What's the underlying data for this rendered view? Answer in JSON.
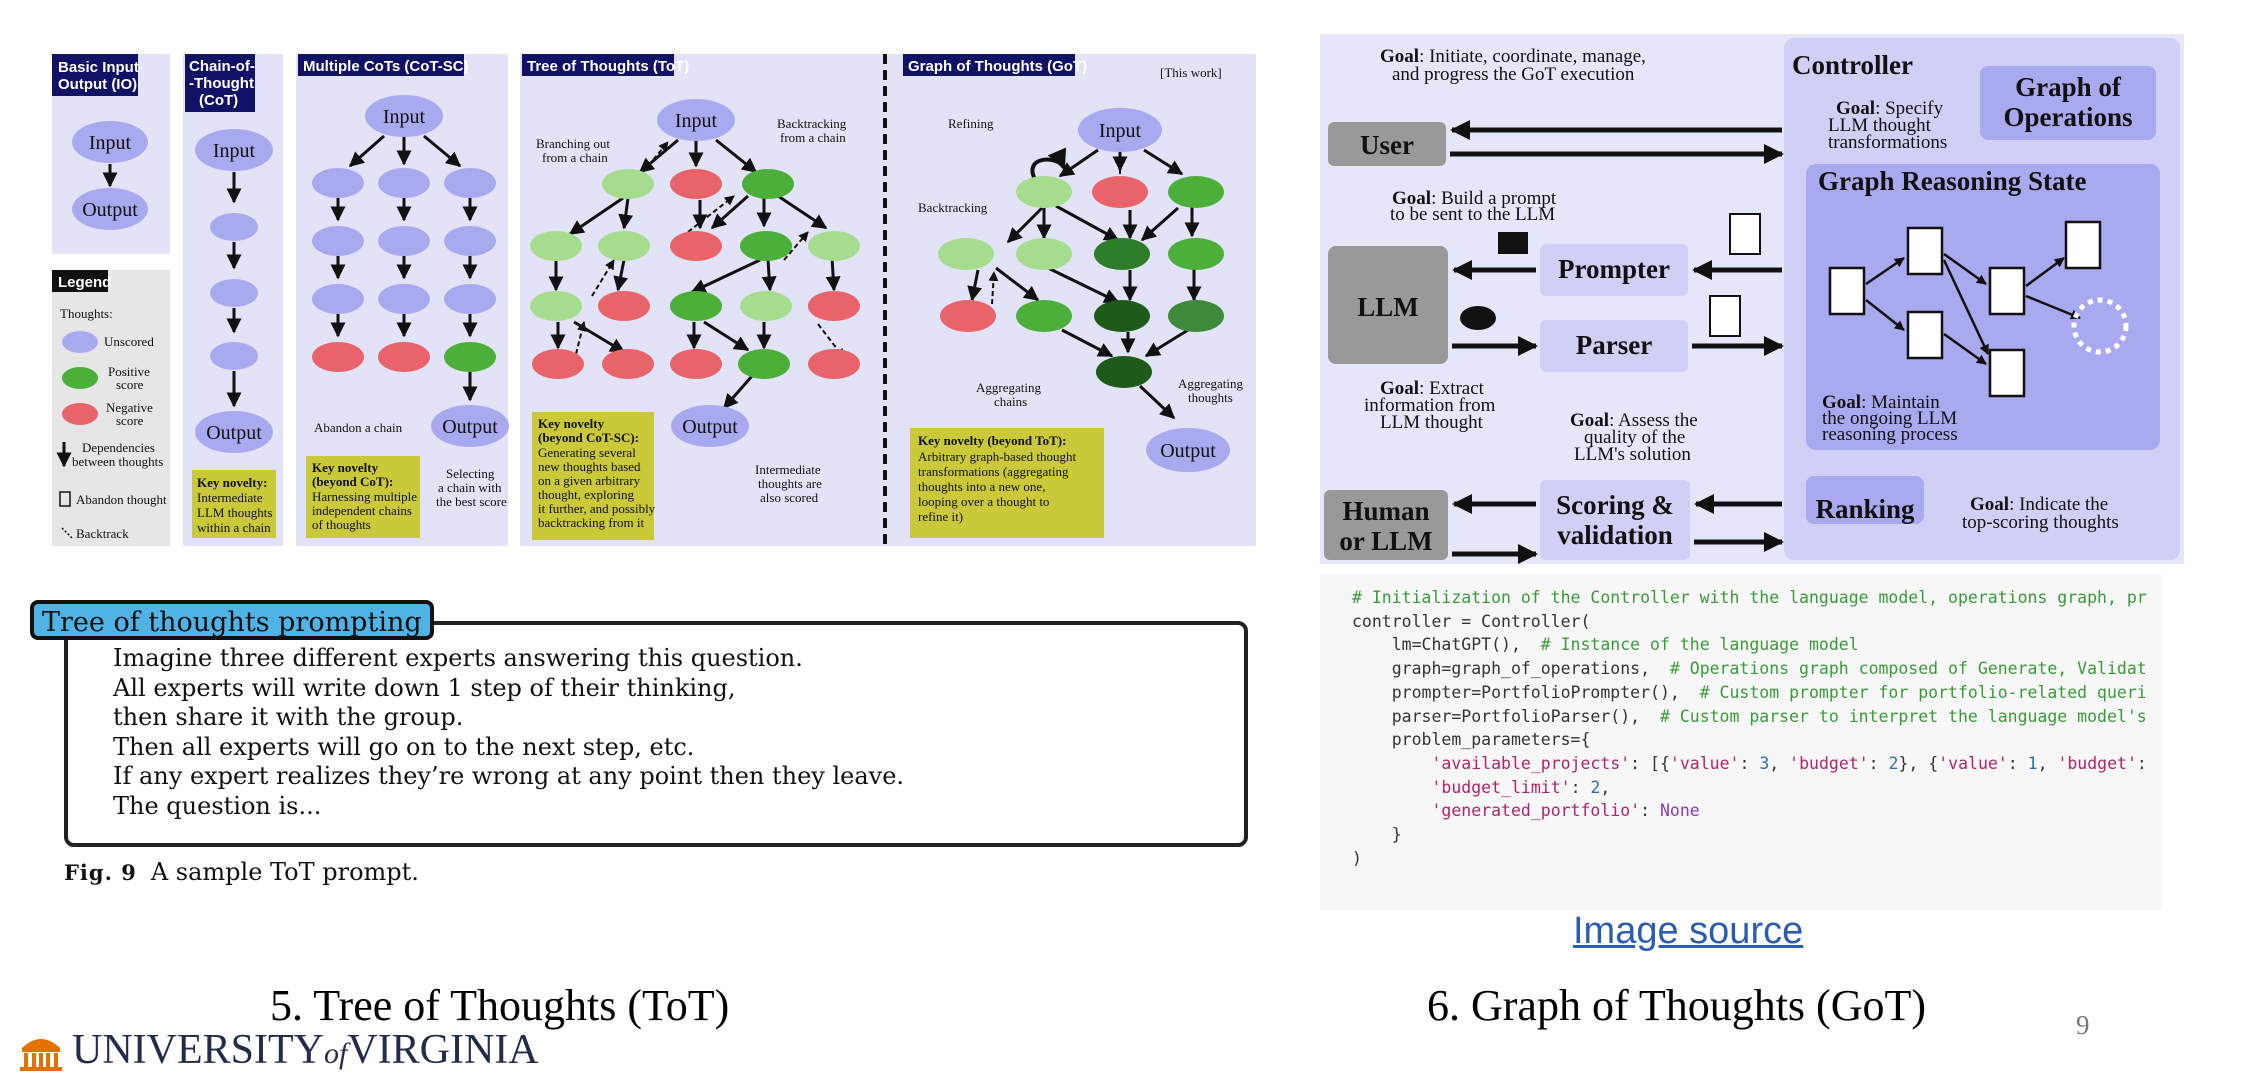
{
  "paradigms": {
    "io": {
      "title_l1": "Basic Input-",
      "title_l2": "Output (IO)",
      "input": "Input",
      "output": "Output"
    },
    "cot": {
      "title_l1": "Chain-of-",
      "title_l2": "-Thought",
      "title_l3": "(CoT)",
      "input": "Input",
      "output": "Output",
      "novelty_title": "Key novelty:",
      "novelty_l1": "Intermediate",
      "novelty_l2": "LLM thoughts",
      "novelty_l3": "within a chain"
    },
    "cotsc": {
      "title": "Multiple CoTs (CoT-SC)",
      "input": "Input",
      "output": "Output",
      "abandon": "Abandon a chain",
      "select_l1": "Selecting",
      "select_l2": "a chain with",
      "select_l3": "the best score",
      "novelty_title_l1": "Key novelty",
      "novelty_title_l2": "(beyond CoT):",
      "novelty_l1": "Harnessing multiple",
      "novelty_l2": "independent chains",
      "novelty_l3": "of thoughts"
    },
    "tot": {
      "title": "Tree of Thoughts (ToT)",
      "input": "Input",
      "output": "Output",
      "branch_l1": "Branching out",
      "branch_l2": "from a chain",
      "back_l1": "Backtracking",
      "back_l2": "from a chain",
      "inter_l1": "Intermediate",
      "inter_l2": "thoughts are",
      "inter_l3": "also scored",
      "novelty_title_l1": "Key novelty",
      "novelty_title_l2": "(beyond CoT-SC):",
      "novelty_l1": "Generating several",
      "novelty_l2": "new thoughts based",
      "novelty_l3": "on a given arbitrary",
      "novelty_l4": "thought, exploring",
      "novelty_l5": "it further, and possibly",
      "novelty_l6": "backtracking from it"
    },
    "got": {
      "title": "Graph of Thoughts (GoT)",
      "this_work": "[This work]",
      "input": "Input",
      "output": "Output",
      "refining": "Refining",
      "backtracking": "Backtracking",
      "agg_chains_l1": "Aggregating",
      "agg_chains_l2": "chains",
      "agg_thoughts_l1": "Aggregating",
      "agg_thoughts_l2": "thoughts",
      "novelty_title": "Key novelty (beyond ToT):",
      "novelty_l1": "Arbitrary graph-based thought",
      "novelty_l2": "transformations (aggregating",
      "novelty_l3": "thoughts into a new one,",
      "novelty_l4": "looping over a thought to",
      "novelty_l5": "refine it)"
    },
    "legend": {
      "title": "Legend",
      "thoughts": "Thoughts:",
      "unscored": "Unscored",
      "positive_l1": "Positive",
      "positive_l2": "score",
      "negative_l1": "Negative",
      "negative_l2": "score",
      "dep_l1": "Dependencies",
      "dep_l2": "between thoughts",
      "abandon": "Abandon thought",
      "backtrack": "Backtrack"
    }
  },
  "got_arch": {
    "goal_word": "Goal",
    "goal_controller_l1": ": Initiate, coordinate, manage,",
    "goal_controller_l2": "and progress the GoT execution",
    "controller": "Controller",
    "graph_ops_l1": "Graph of",
    "graph_ops_l2": "Operations",
    "goal_ops_l1": ": Specify",
    "goal_ops_l2": "LLM thought",
    "goal_ops_l3": "transformations",
    "user": "User",
    "llm": "LLM",
    "prompter": "Prompter",
    "parser": "Parser",
    "goal_prompt_l1": ": Build a prompt",
    "goal_prompt_l2": "to be sent to the LLM",
    "grs": "Graph Reasoning State",
    "goal_grs_l1": ": Maintain",
    "goal_grs_l2": "the ongoing LLM",
    "goal_grs_l3": "reasoning process",
    "goal_extract_l1": ": Extract",
    "goal_extract_l2": "information from",
    "goal_extract_l3": "LLM thought",
    "goal_assess_l1": ": Assess the",
    "goal_assess_l2": "quality of the",
    "goal_assess_l3": "LLM's solution",
    "human_l1": "Human",
    "human_l2": "or LLM",
    "scoring_l1": "Scoring &",
    "scoring_l2": "validation",
    "ranking": "Ranking",
    "goal_rank_l1": ": Indicate the",
    "goal_rank_l2": "top-scoring thoughts"
  },
  "tot_prompt": {
    "tag": "Tree of thoughts prompting",
    "lines": [
      "Imagine three different experts answering this question.",
      "All experts will write down 1 step of their thinking,",
      "then share it with the group.",
      "Then all experts will go on to the next step, etc.",
      "If any expert realizes they’re wrong at any point then they leave.",
      "The question is..."
    ],
    "fig_label": "Fig. 9",
    "fig_text": "A sample ToT prompt."
  },
  "code": {
    "l1": "# Initialization of the Controller with the language model, operations graph, pr",
    "l2": "controller = Controller(",
    "l3a": "    lm=ChatGPT(),  ",
    "l3b": "# Instance of the language model",
    "l4a": "    graph=graph_of_operations,  ",
    "l4b": "# Operations graph composed of Generate, Validat",
    "l5a": "    prompter=PortfolioPrompter(),  ",
    "l5b": "# Custom prompter for portfolio-related queri",
    "l6a": "    parser=PortfolioParser(),  ",
    "l6b": "# Custom parser to interpret the language model's",
    "l7": "    problem_parameters={",
    "l8_k1": "'available_projects'",
    "l8_k2": "'value'",
    "l8_v1": "3",
    "l8_k3": "'budget'",
    "l8_v2": "2",
    "l8_k4": "'value'",
    "l8_v3": "1",
    "l8_k5": "'budget'",
    "l9_k": "'budget_limit'",
    "l9_v": "2",
    "l10_k": "'generated_portfolio'",
    "l10_v": "None",
    "l11": "    }",
    "l12": ")"
  },
  "links": {
    "image_source": "Image source"
  },
  "titles": {
    "tot": "5. Tree of Thoughts (ToT)",
    "got": "6. Graph of Thoughts (GoT)"
  },
  "footer": {
    "university_l1": "UNIVERSITY",
    "university_of": "of",
    "university_l2": "VIRGINIA",
    "page_number": "9"
  },
  "colors": {
    "panel": "#e3e3f8",
    "unscored": "#a9a9ef",
    "positive": "#4caf3a",
    "negative": "#e8646a",
    "novelty": "#c9c93a",
    "title_bg": "#111166",
    "tag": "#4fb3e6"
  }
}
